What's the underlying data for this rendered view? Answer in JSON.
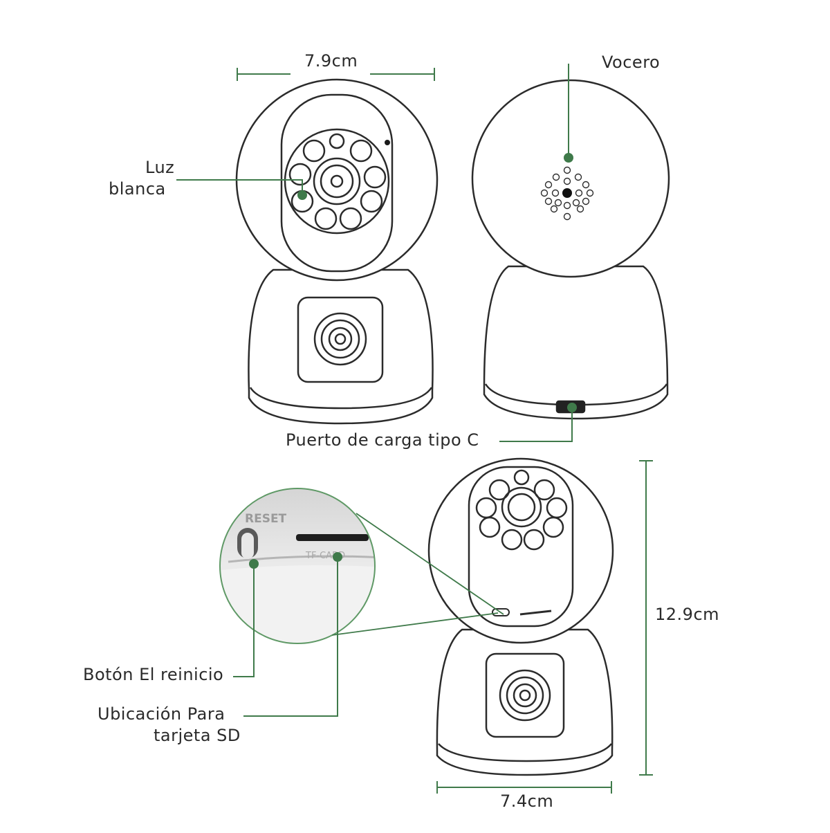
{
  "dimensions": {
    "top_width": "7.9cm",
    "bottom_width": "7.4cm",
    "height": "12.9cm"
  },
  "callouts": {
    "white_light_line1": "Luz",
    "white_light_line2": "blanca",
    "speaker": "Vocero",
    "charging_port": "Puerto de carga tipo C",
    "reset_button": "Botón El reinicio",
    "sd_location_line1": "Ubicación Para",
    "sd_location_line2": "tarjeta SD"
  },
  "inset_photo": {
    "reset_text": "RESET",
    "sd_text": "TF-CARD"
  },
  "colors": {
    "accent": "#3f7a4a",
    "outline": "#2b2b2b",
    "photo_bg": "#e6e6e6"
  }
}
